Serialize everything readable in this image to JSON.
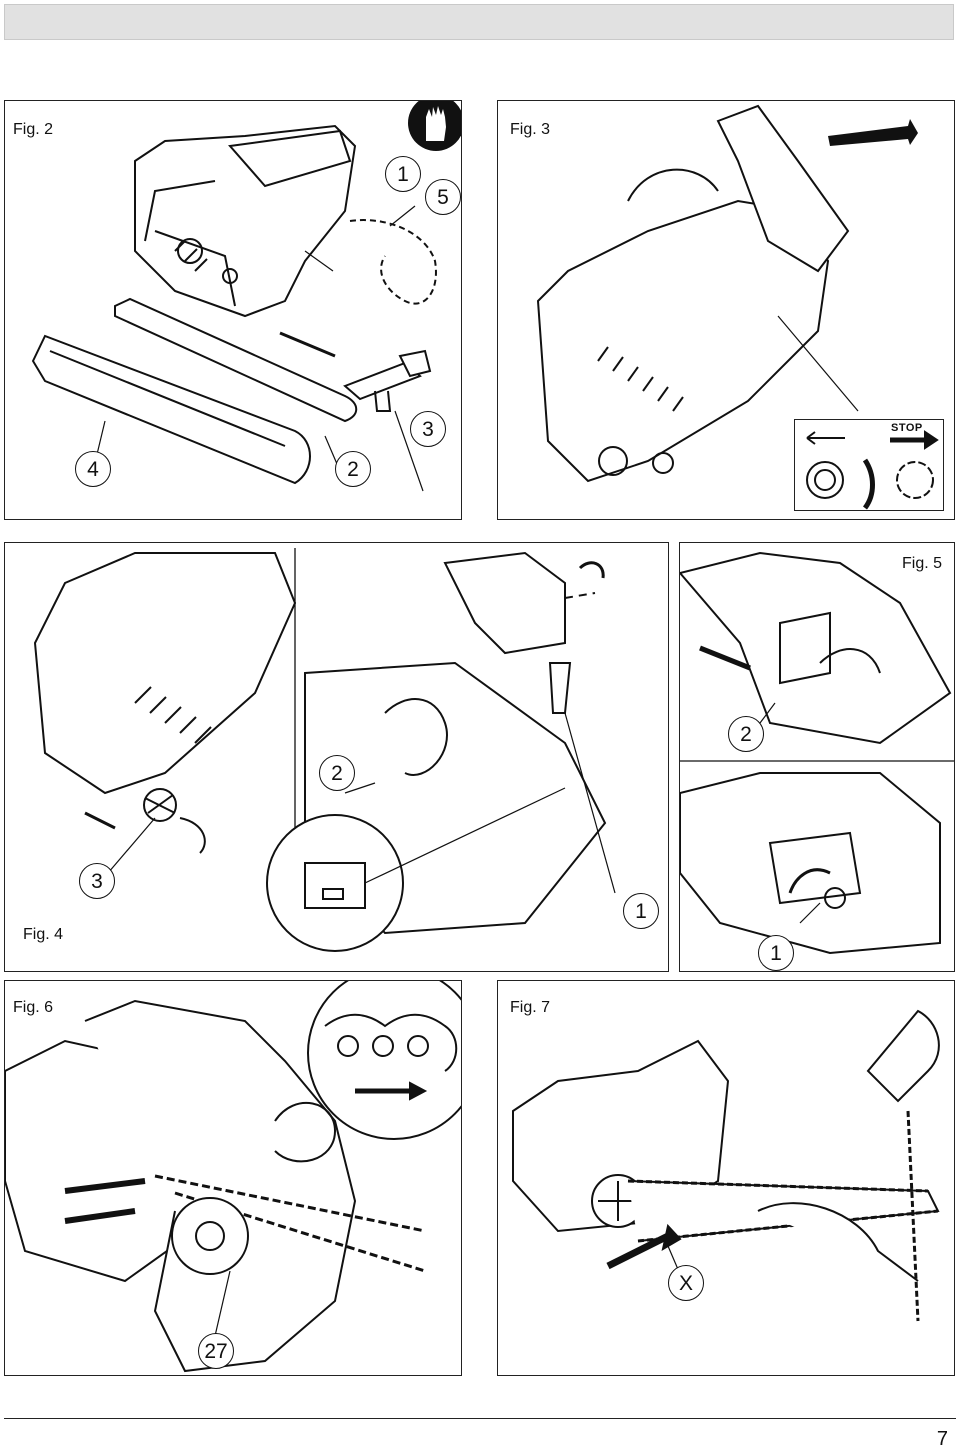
{
  "figures": {
    "fig2": {
      "label": "Fig. 2",
      "callouts": [
        "1",
        "5",
        "3",
        "2",
        "4"
      ]
    },
    "fig3": {
      "label": "Fig. 3",
      "stop_label": "STOP"
    },
    "fig4": {
      "label": "Fig. 4",
      "callouts": [
        "3",
        "2",
        "1"
      ]
    },
    "fig5": {
      "label": "Fig. 5",
      "callouts": [
        "2",
        "1"
      ]
    },
    "fig6": {
      "label": "Fig. 6",
      "callouts": [
        "27"
      ]
    },
    "fig7": {
      "label": "Fig. 7",
      "callouts": [
        "X"
      ]
    }
  },
  "page_number": "7",
  "icons": {
    "gloves": "gloves-icon",
    "stop_rotation": "rotation-stop-icon"
  }
}
